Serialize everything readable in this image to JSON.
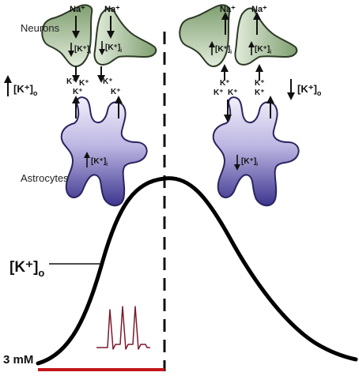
{
  "labels": {
    "neurons": "Neurons",
    "astrocytes": "Astrocytes",
    "k_o_main": "[K⁺]",
    "k_o_sub": "o",
    "baseline": "3 mM"
  },
  "left_panel": {
    "na_left": "Na⁺",
    "na_right": "Na⁺",
    "neuron_ki_left": "[K⁺]",
    "neuron_ki_left_sub": "i",
    "neuron_ki_right": "[K⁺]",
    "neuron_ki_right_sub": "i",
    "k_o": "[K⁺]",
    "k_o_sub": "o",
    "k_ions": [
      "K⁺",
      "K⁺",
      "K⁺",
      "K⁺",
      "K⁺"
    ],
    "astro_ki": "[K⁺]",
    "astro_ki_sub": "i"
  },
  "right_panel": {
    "na_left": "Na⁺",
    "na_right": "Na⁺",
    "neuron_ki_left": "[K⁺]",
    "neuron_ki_left_sub": "i",
    "neuron_ki_right": "[K⁺]",
    "neuron_ki_right_sub": "i",
    "k_o": "[K⁺]",
    "k_o_sub": "o",
    "k_ions": [
      "K⁺",
      "K⁺",
      "K⁺",
      "K⁺",
      "K⁺"
    ],
    "astro_ki": "[K⁺]",
    "astro_ki_sub": "i"
  },
  "colors": {
    "neuron_fill": "#8fad80",
    "neuron_light": "#d6e3cd",
    "astro_fill": "#4c45a0",
    "astro_light": "#e2def3",
    "curve": "#000000",
    "baseline_bar": "#c4161c",
    "spike_trace": "#7a1a2e"
  }
}
